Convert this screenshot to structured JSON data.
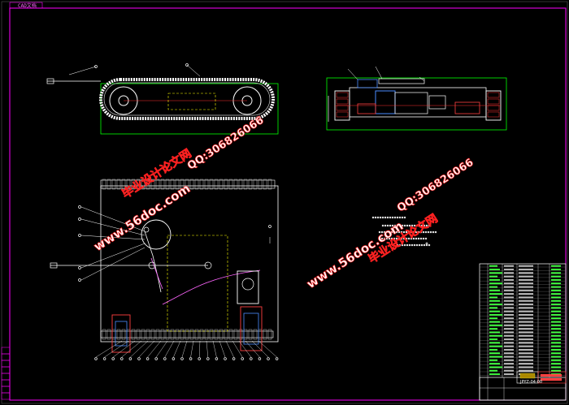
{
  "drawing": {
    "tab_label": "CAD文档",
    "background": "#000000",
    "frame_color": "#ff00ff",
    "line_color": "#ffffff",
    "outline_color": "#00ff00",
    "dash_color": "#ffff00"
  },
  "watermarks": {
    "site_name_1": "毕业设计论文网",
    "url_1": "www.56doc.com",
    "qq_1": "QQ:306826066",
    "site_name_2": "毕业设计论文网",
    "url_2": "www.56doc.com",
    "qq_2": "QQ:306826066"
  },
  "title_block": {
    "company": "",
    "drawing_no": "JPYZ-04-00"
  }
}
